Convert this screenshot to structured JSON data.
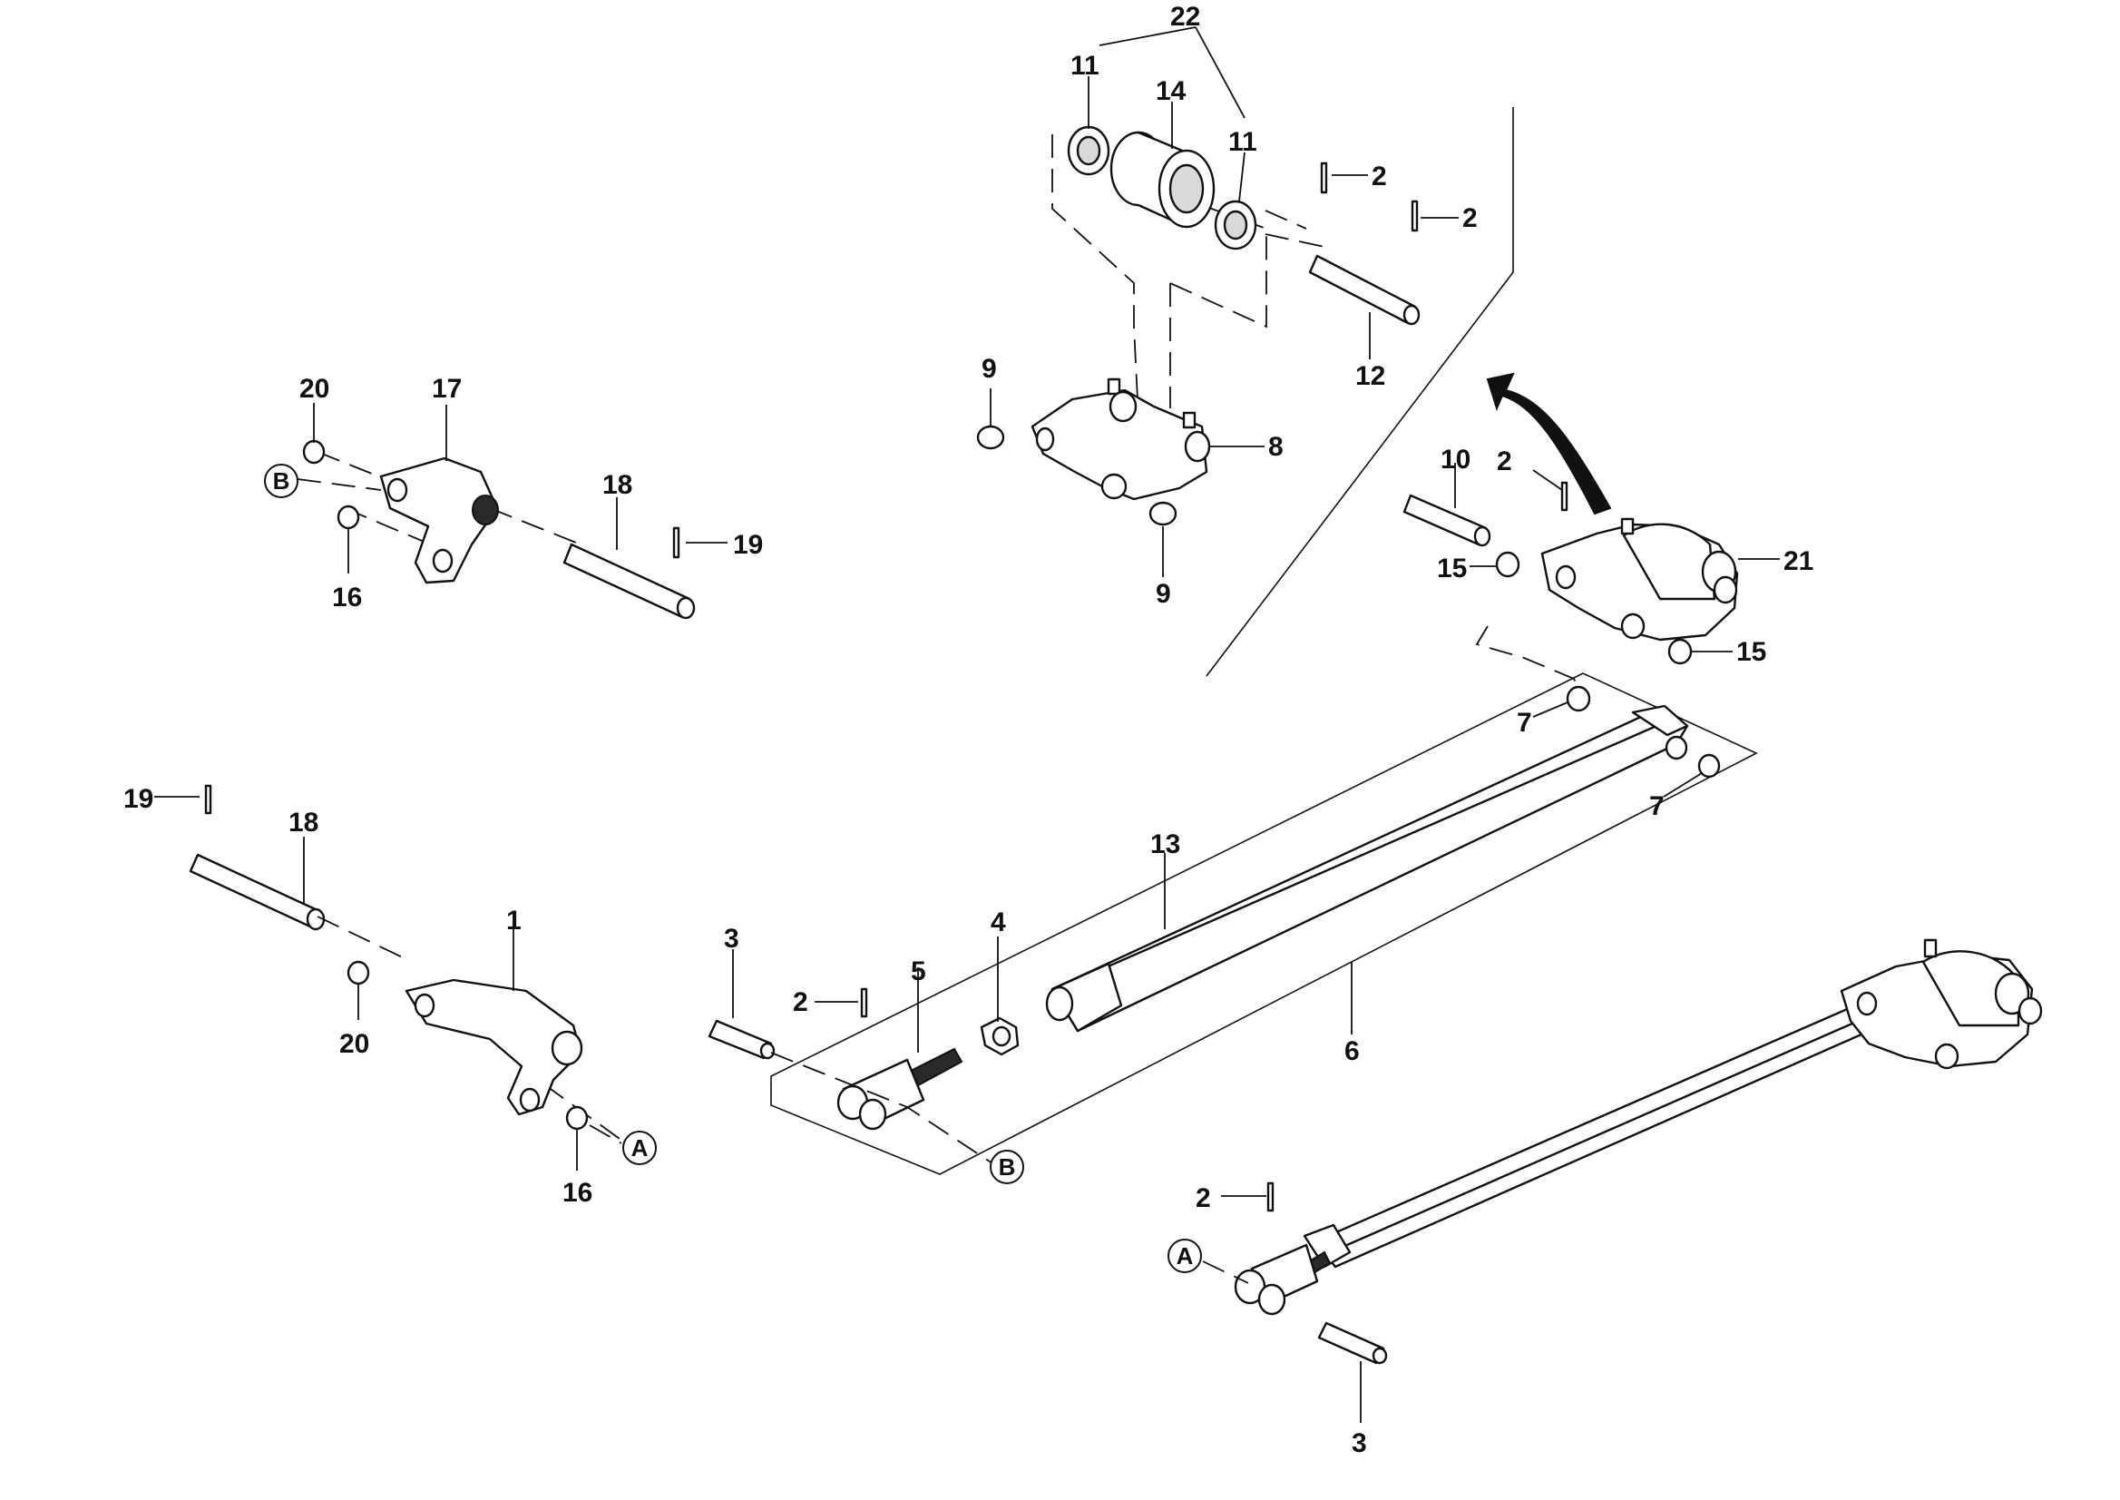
{
  "callouts": [
    {
      "id": "c22",
      "text": "22"
    },
    {
      "id": "c11a",
      "text": "11"
    },
    {
      "id": "c14",
      "text": "14"
    },
    {
      "id": "c11b",
      "text": "11"
    },
    {
      "id": "c2a",
      "text": "2"
    },
    {
      "id": "c2b",
      "text": "2"
    },
    {
      "id": "c12",
      "text": "12"
    },
    {
      "id": "c9a",
      "text": "9"
    },
    {
      "id": "c8",
      "text": "8"
    },
    {
      "id": "c9b",
      "text": "9"
    },
    {
      "id": "c20a",
      "text": "20"
    },
    {
      "id": "c17",
      "text": "17"
    },
    {
      "id": "c18a",
      "text": "18"
    },
    {
      "id": "c19a",
      "text": "19"
    },
    {
      "id": "c16a",
      "text": "16"
    },
    {
      "id": "c10",
      "text": "10"
    },
    {
      "id": "c2c",
      "text": "2"
    },
    {
      "id": "c21",
      "text": "21"
    },
    {
      "id": "c15a",
      "text": "15"
    },
    {
      "id": "c15b",
      "text": "15"
    },
    {
      "id": "c7a",
      "text": "7"
    },
    {
      "id": "c7b",
      "text": "7"
    },
    {
      "id": "c19b",
      "text": "19"
    },
    {
      "id": "c18b",
      "text": "18"
    },
    {
      "id": "c13",
      "text": "13"
    },
    {
      "id": "c1",
      "text": "1"
    },
    {
      "id": "c3a",
      "text": "3"
    },
    {
      "id": "c4",
      "text": "4"
    },
    {
      "id": "c2d",
      "text": "2"
    },
    {
      "id": "c5",
      "text": "5"
    },
    {
      "id": "c20b",
      "text": "20"
    },
    {
      "id": "c6",
      "text": "6"
    },
    {
      "id": "c16b",
      "text": "16"
    },
    {
      "id": "c2e",
      "text": "2"
    },
    {
      "id": "c3b",
      "text": "3"
    }
  ],
  "references": [
    {
      "id": "refB1",
      "text": "B"
    },
    {
      "id": "refA1",
      "text": "A"
    },
    {
      "id": "refB2",
      "text": "B"
    },
    {
      "id": "refA2",
      "text": "A"
    }
  ]
}
